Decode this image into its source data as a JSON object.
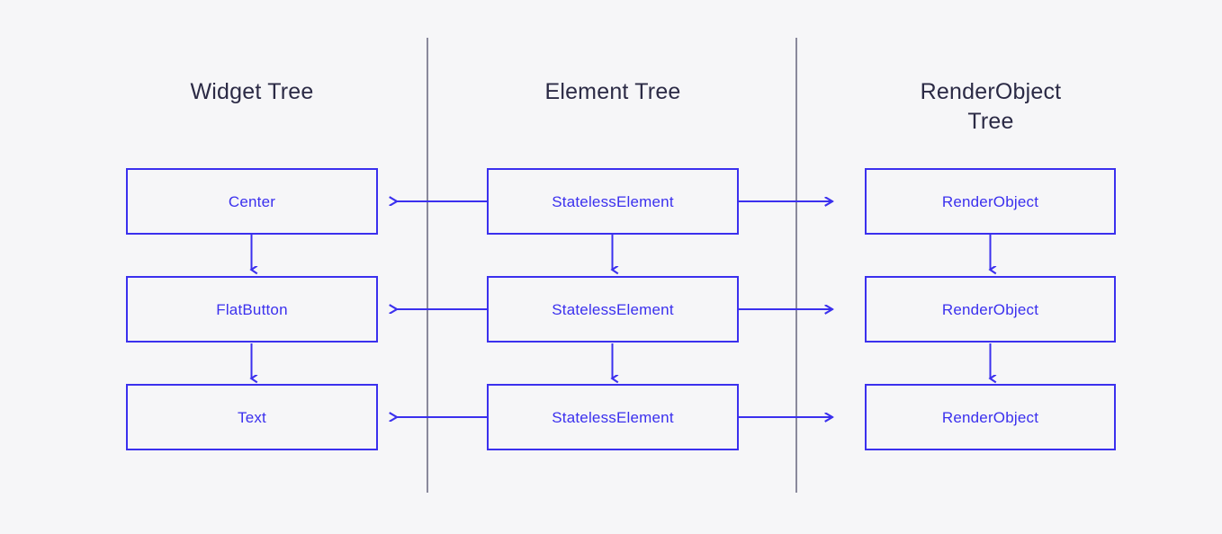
{
  "diagram": {
    "title_widget_tree": "Widget Tree",
    "title_element_tree": "Element Tree",
    "title_renderobject_tree": "RenderObject\nTree",
    "colors": {
      "background": "#f6f6f8",
      "accent_blue": "#3b30ee",
      "heading_navy": "#2b2a45",
      "separator_gray": "#8a899c"
    },
    "columns": [
      {
        "id": "widget-tree",
        "title": "Widget Tree",
        "nodes": [
          {
            "label": "Center"
          },
          {
            "label": "FlatButton"
          },
          {
            "label": "Text"
          }
        ]
      },
      {
        "id": "element-tree",
        "title": "Element Tree",
        "nodes": [
          {
            "label": "StatelessElement"
          },
          {
            "label": "StatelessElement"
          },
          {
            "label": "StatelessElement"
          }
        ]
      },
      {
        "id": "renderobject-tree",
        "title": "RenderObject\nTree",
        "nodes": [
          {
            "label": "RenderObject"
          },
          {
            "label": "RenderObject"
          },
          {
            "label": "RenderObject"
          }
        ]
      }
    ],
    "connections": {
      "vertical_label": "parent-to-child arrow",
      "left_label": "element-to-widget arrow",
      "right_label": "element-to-renderobject arrow"
    }
  }
}
